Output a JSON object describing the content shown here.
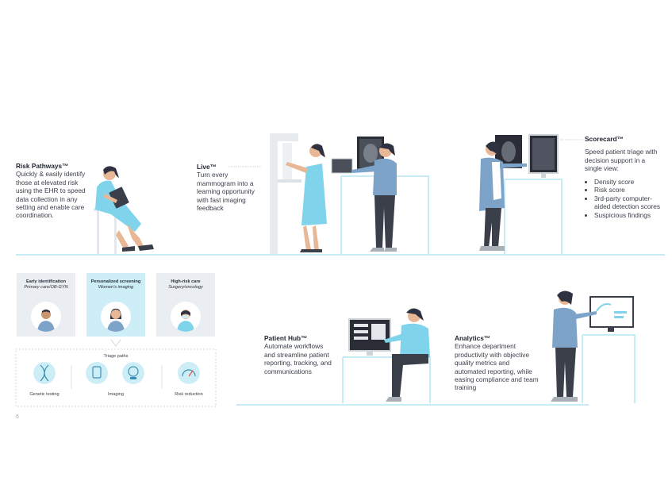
{
  "page_number": "6",
  "sections": {
    "risk_pathways": {
      "title": "Risk Pathways™",
      "body": "Quickly & easily identify those at elevated risk using the EHR to speed data collection in any setting and enable care coordination."
    },
    "live": {
      "title": "Live™",
      "body": "Turn every mammogram into a learning opportunity with fast imaging feedback"
    },
    "scorecard": {
      "title": "Scorecard™",
      "body": "Speed patient triage with decision support in a single view:",
      "bullets": [
        "Density score",
        "Risk score",
        "3rd-party computer-aided detection scores",
        "Suspicious findings"
      ]
    },
    "patient_hub": {
      "title": "Patient Hub™",
      "body": "Automate workflows and streamline patient reporting, tracking, and communications"
    },
    "analytics": {
      "title": "Analytics™",
      "body": "Enhance department productivity with objective quality metrics and automated reporting, while easing compliance and team training"
    }
  },
  "cards": [
    {
      "title": "Early identification",
      "subtitle": "Primary care/OB-GYN",
      "active": false
    },
    {
      "title": "Personalized screening",
      "subtitle": "Women's imaging",
      "active": true
    },
    {
      "title": "High-risk care",
      "subtitle": "Surgery/oncology",
      "active": false
    }
  ],
  "triage": {
    "title": "Triage paths",
    "items": [
      {
        "label": "Genetic testing",
        "icon": "dna-icon"
      },
      {
        "label": "Imaging",
        "icon": "imaging-icon"
      },
      {
        "label": "Risk reduction",
        "icon": "gauge-icon"
      }
    ]
  },
  "colors": {
    "accent": "#7fd3ea",
    "accent_light": "#cdeef7",
    "card_bg": "#eaeef2",
    "line": "#c8ecf6",
    "dark": "#3b3f4a",
    "blue": "#7ea3c9",
    "skin": "#e8b896"
  }
}
